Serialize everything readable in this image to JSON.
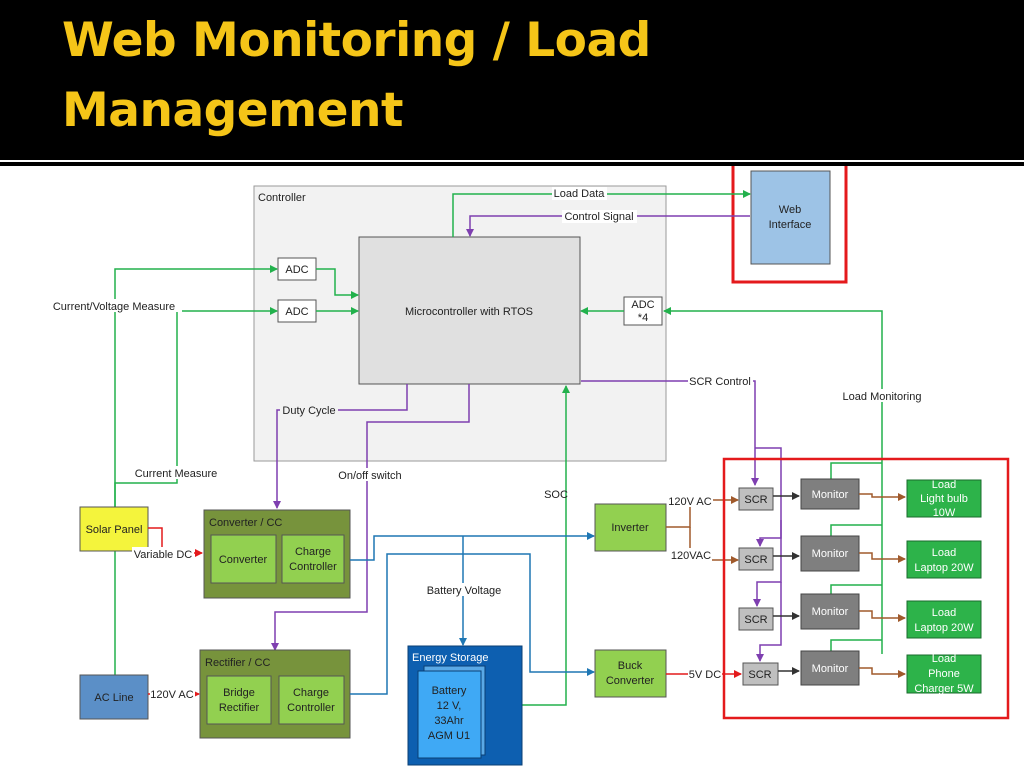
{
  "title": {
    "line1": "Web Monitoring / Load",
    "line2": "Management"
  },
  "colors": {
    "title_yellow": "#f5c518",
    "green_line": "#22b14c",
    "purple_line": "#7e3fb0",
    "blue_line": "#1f77b4",
    "brown_line": "#a05a2c",
    "red_line": "#e41a1c",
    "highlight_red": "#e41a1c"
  },
  "diagram": {
    "controller": "Controller",
    "mcu": "Microcontroller with RTOS",
    "adc1": "ADC",
    "adc2": "ADC",
    "adc4_line1": "ADC",
    "adc4_line2": "*4",
    "web_line1": "Web",
    "web_line2": "Interface",
    "load_data": "Load Data",
    "control_signal": "Control Signal",
    "current_voltage": "Current/Voltage Measure",
    "current_measure": "Current Measure",
    "duty_cycle": "Duty Cycle",
    "onoff": "On/off switch",
    "soc": "SOC",
    "scr_control": "SCR Control",
    "load_monitoring": "Load Monitoring",
    "solar_panel": "Solar Panel",
    "variable_dc": "Variable DC",
    "ac_line": "AC Line",
    "ac_120": "120V AC",
    "conv_cc": "Converter / CC",
    "converter": "Converter",
    "charge1": "Charge",
    "controller_word": "Controller",
    "rect_cc": "Rectifier / CC",
    "bridge1": "Bridge",
    "bridge2": "Rectifier",
    "battery_voltage": "Battery Voltage",
    "energy_storage": "Energy Storage",
    "battery": [
      "Battery",
      "12 V,",
      "33Ahr",
      "AGM U1"
    ],
    "inverter": "Inverter",
    "buck1": "Buck",
    "buck2": "Converter",
    "out_120ac": "120V AC",
    "out_120vac": "120VAC",
    "out_5vdc": "5V DC",
    "scr": "SCR",
    "monitor": "Monitor",
    "loads": [
      [
        "Load",
        "Light bulb",
        "10W"
      ],
      [
        "Load",
        "Laptop 20W"
      ],
      [
        "Load",
        "Laptop 20W"
      ],
      [
        "Load",
        "Phone",
        "Charger 5W"
      ]
    ]
  }
}
